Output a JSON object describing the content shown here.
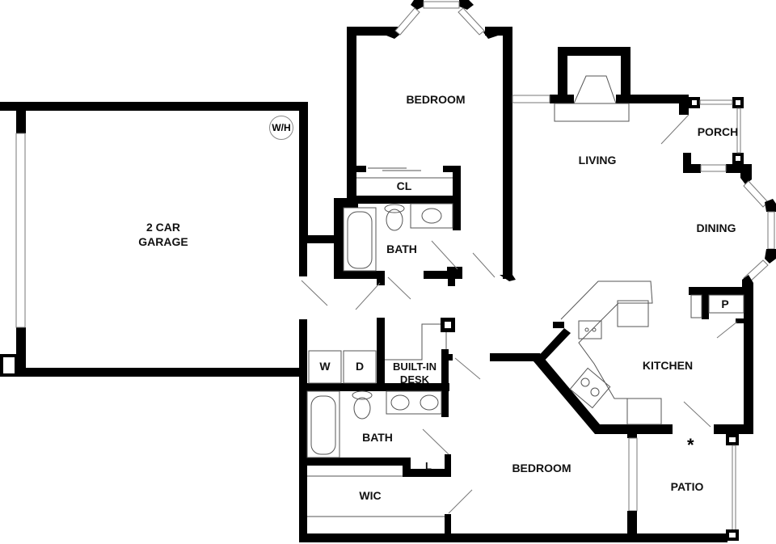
{
  "plan": {
    "rooms": {
      "garage": "2 CAR\nGARAGE",
      "garage_line1": "2 CAR",
      "garage_line2": "GARAGE",
      "water_heater": "W/H",
      "bedroom_top": "BEDROOM",
      "closet": "CL",
      "bath_top": "BATH",
      "living": "LIVING",
      "porch": "PORCH",
      "dining": "DINING",
      "pantry": "P",
      "kitchen": "KITCHEN",
      "washer": "W",
      "dryer": "D",
      "desk_line1": "BUILT-IN",
      "desk_line2": "DESK",
      "bath_bottom": "BATH",
      "linen": "L",
      "wic": "WIC",
      "bedroom_bottom": "BEDROOM",
      "patio": "PATIO"
    },
    "marker": "*",
    "colors": {
      "wall": "#000000",
      "background": "#ffffff",
      "fixture_line": "#777777"
    }
  }
}
